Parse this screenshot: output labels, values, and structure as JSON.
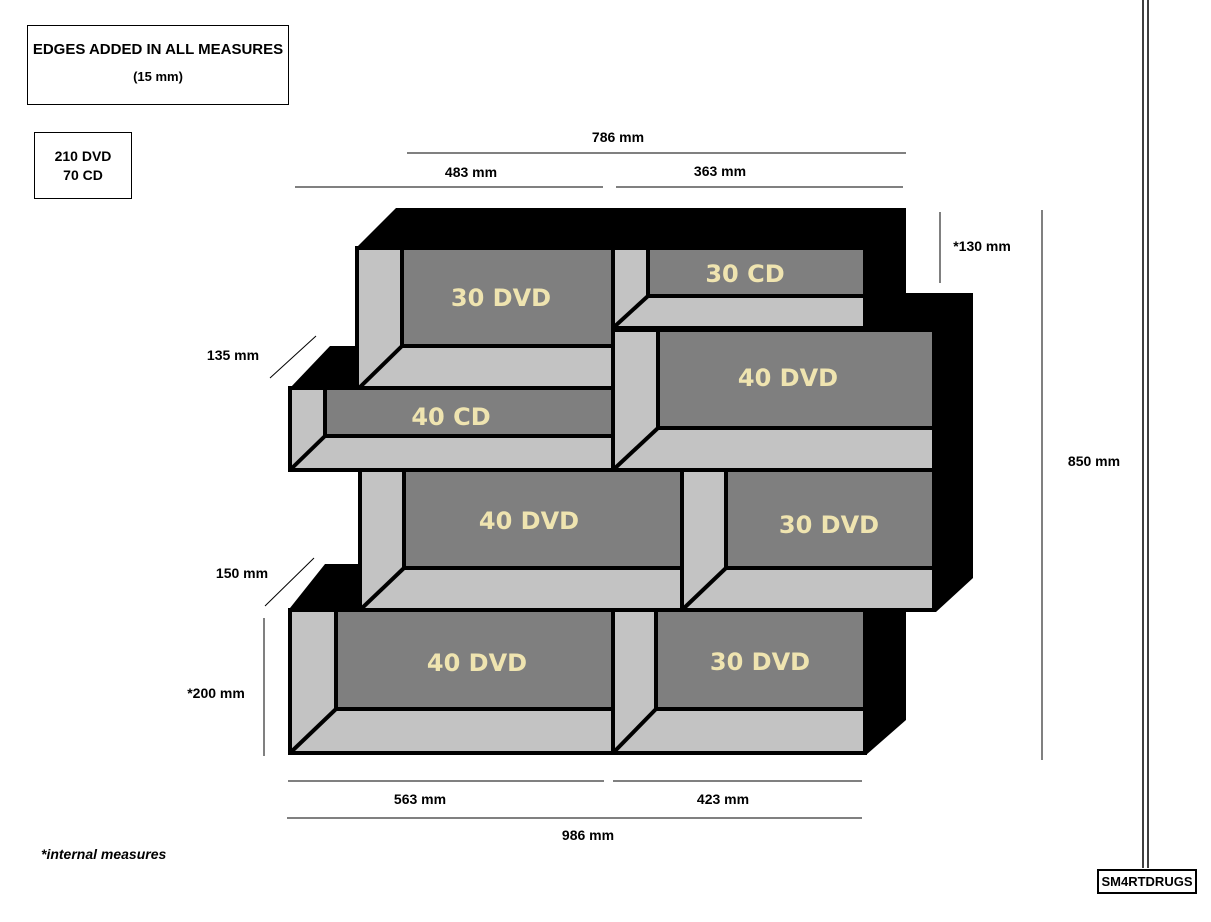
{
  "notes": {
    "header_title": "EDGES ADDED IN ALL MEASURES",
    "header_sub": "(15 mm)",
    "capacity_line1": "210 DVD",
    "capacity_line2": "70 CD",
    "footnote": "*internal measures",
    "signature": "SM4RTDRUGS"
  },
  "dimensions": {
    "top_total": "786 mm",
    "top_left": "483 mm",
    "top_right": "363 mm",
    "right_top_depth": "*130 mm",
    "right_height": "850 mm",
    "left_depth_upper": "135 mm",
    "left_depth_lower": "150 mm",
    "left_height": "*200 mm",
    "bottom_left": "563 mm",
    "bottom_right": "423 mm",
    "bottom_total": "986 mm"
  },
  "compartments": [
    {
      "label": "30 DVD"
    },
    {
      "label": "30 CD"
    },
    {
      "label": "40 CD"
    },
    {
      "label": "40 DVD"
    },
    {
      "label": "40 DVD"
    },
    {
      "label": "30 DVD"
    },
    {
      "label": "40 DVD"
    },
    {
      "label": "30 DVD"
    }
  ],
  "colors": {
    "frame": "#000000",
    "panel_light": "#c3c3c3",
    "panel_dark": "#7f7f7f",
    "label_text": "#efe4b0"
  }
}
